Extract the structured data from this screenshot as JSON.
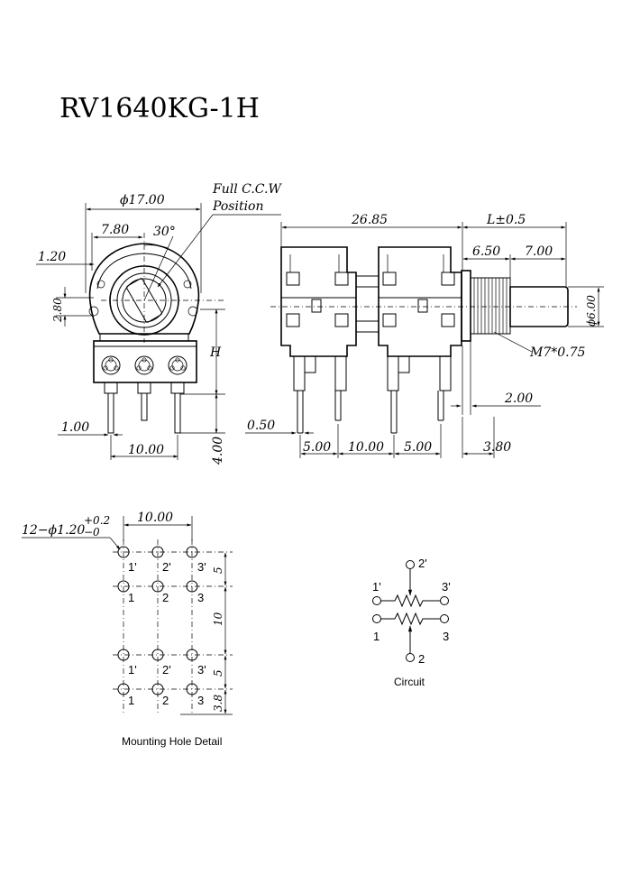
{
  "title": "RV1640KG-1H",
  "front_view": {
    "diameter": "ϕ17.00",
    "ccw_note": "Full C.C.W",
    "ccw_position": "Position",
    "angle": "30°",
    "dim_780": "7.80",
    "dim_120": "1.20",
    "dim_280": "2.80",
    "dim_h": "H",
    "dim_100": "1.00",
    "dim_1000": "10.00",
    "dim_400": "4.00"
  },
  "side_view": {
    "dim_2685": "26.85",
    "dim_l": "L±0.5",
    "dim_650": "6.50",
    "dim_700": "7.00",
    "dim_600": "ϕ6.00",
    "thread": "M7*0.75",
    "dim_200": "2.00",
    "dim_050": "0.50",
    "dim_500a": "5.00",
    "dim_1000": "10.00",
    "dim_500b": "5.00",
    "dim_380": "3.80"
  },
  "mounting": {
    "hole_spec": "12−ϕ1.20",
    "tol_plus": "+0.2",
    "tol_minus": "−0",
    "dim_pitch": "10.00",
    "dim_5a": "5",
    "dim_10": "10",
    "dim_5b": "5",
    "dim_38": "3.8",
    "labels_top": [
      "1'",
      "2'",
      "3'"
    ],
    "labels_bot": [
      "1",
      "2",
      "3"
    ],
    "caption": "Mounting Hole Detail"
  },
  "circuit": {
    "label_1p": "1'",
    "label_2p": "2'",
    "label_3p": "3'",
    "label_1": "1",
    "label_2": "2",
    "label_3": "3",
    "caption": "Circuit"
  }
}
